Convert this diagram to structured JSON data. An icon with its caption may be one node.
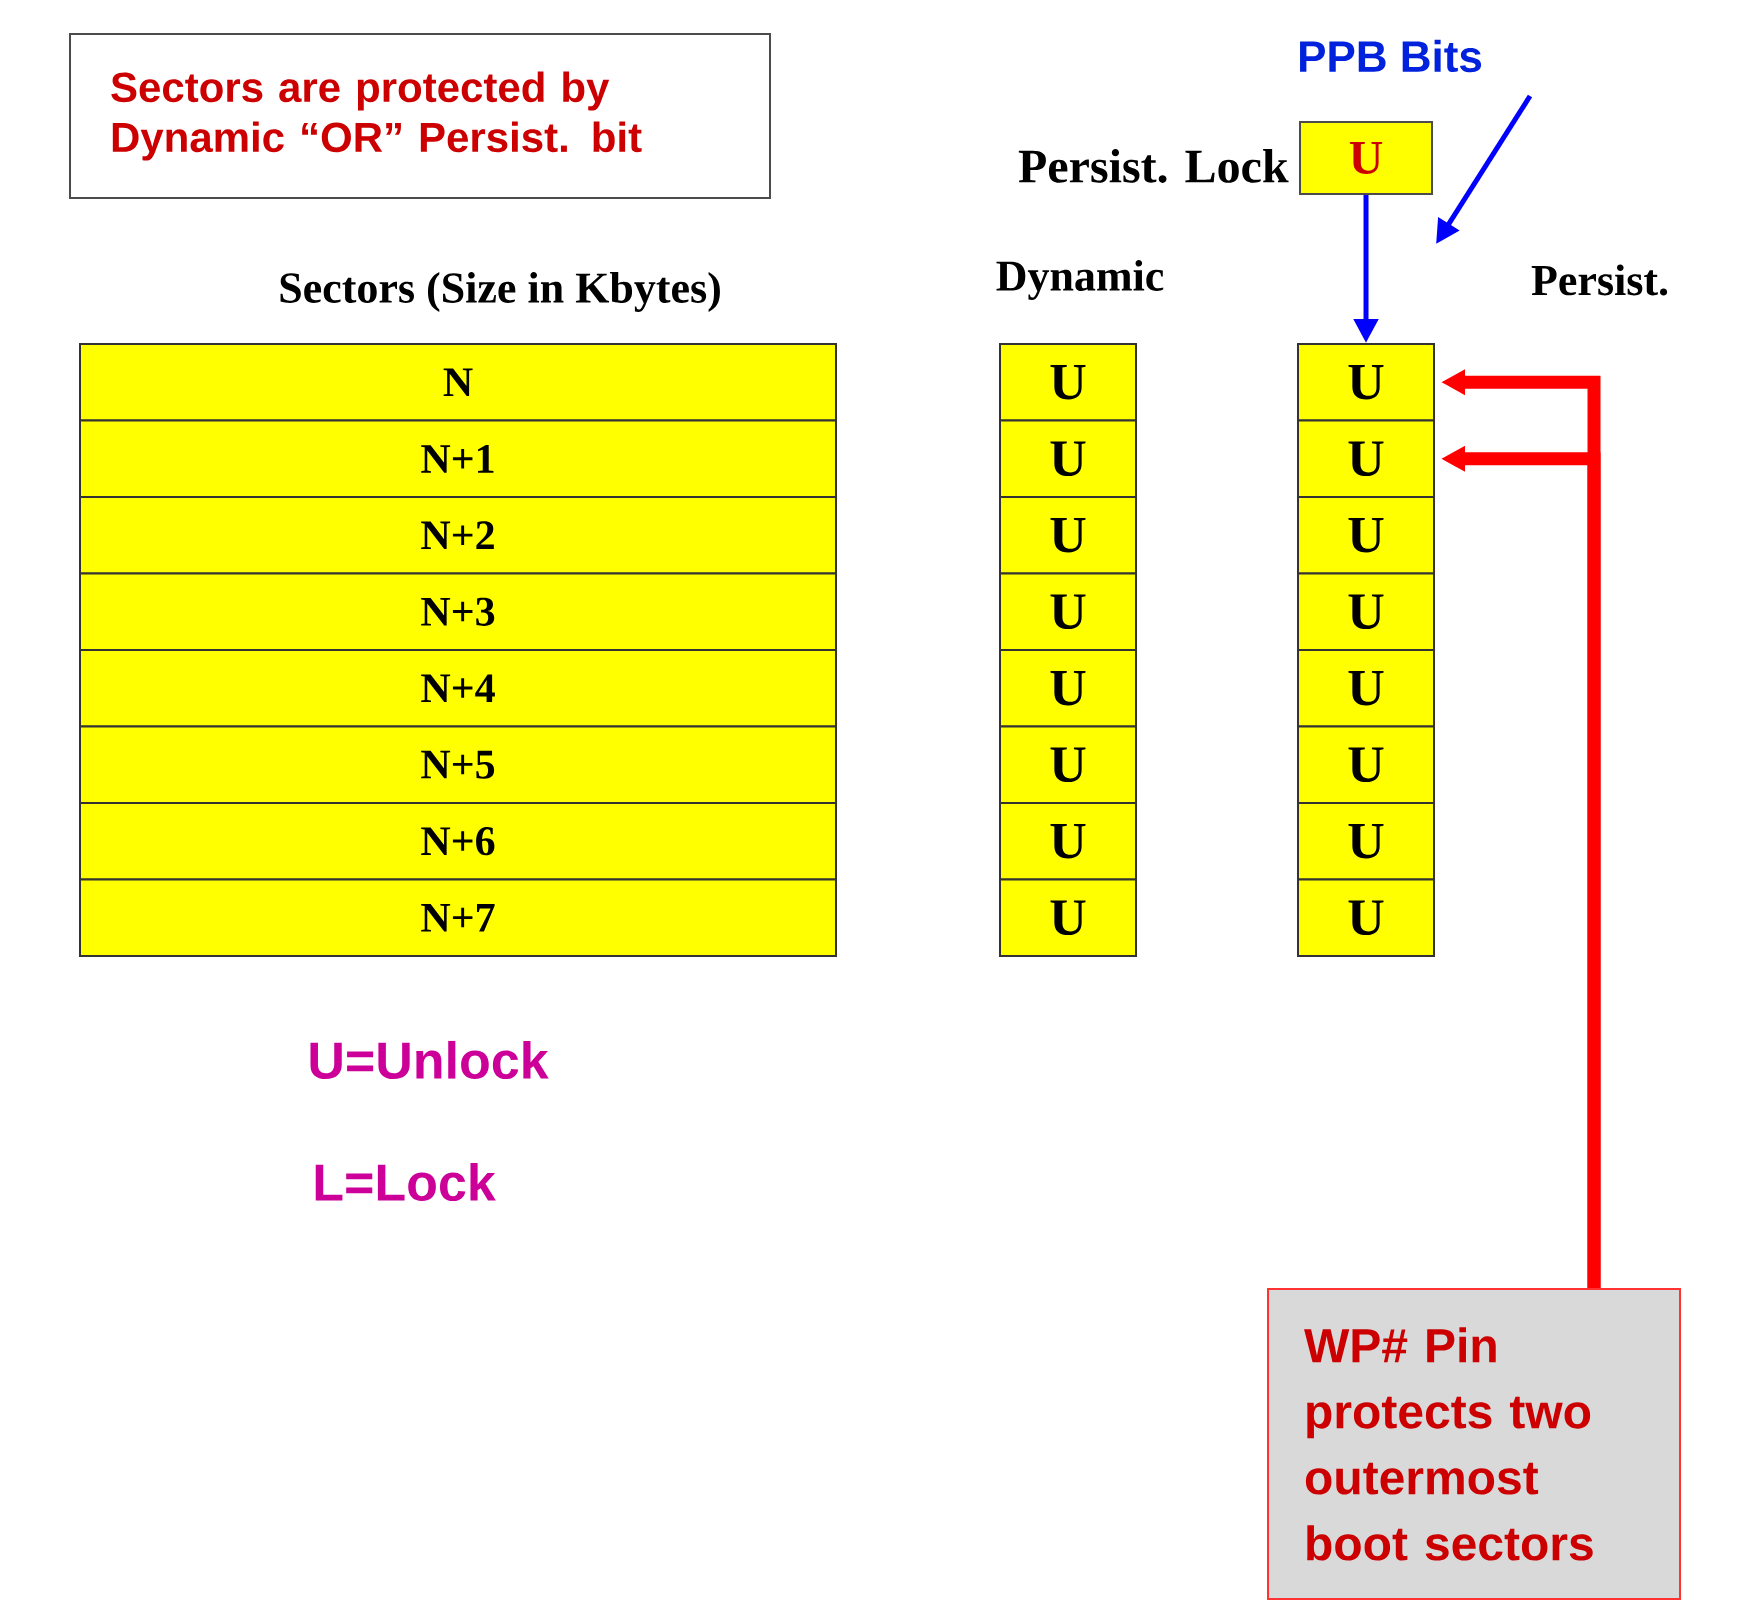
{
  "diagram": {
    "nodes": [
      {
        "text": [
          "Sectors are protected by Dynamic “OR” Persist. bit"
        ]
      },
      {
        "text": [
          "U"
        ],
        "beside": [
          "Persist. Lock"
        ]
      },
      {
        "text": [
          "N"
        ]
      },
      {
        "text": [
          "N+1"
        ]
      },
      {
        "text": [
          "N+2"
        ]
      },
      {
        "text": [
          "N+3"
        ]
      },
      {
        "text": [
          "N+4"
        ]
      },
      {
        "text": [
          "N+5"
        ]
      },
      {
        "text": [
          "N+6"
        ]
      },
      {
        "text": [
          "N+7"
        ]
      },
      {
        "text": [
          "U"
        ]
      },
      {
        "text": [
          "U"
        ]
      },
      {
        "text": [
          "U"
        ]
      },
      {
        "text": [
          "U"
        ]
      },
      {
        "text": [
          "U"
        ]
      },
      {
        "text": [
          "U"
        ]
      },
      {
        "text": [
          "U"
        ]
      },
      {
        "text": [
          "U"
        ]
      },
      {
        "text": [
          "U"
        ]
      },
      {
        "text": [
          "U"
        ]
      },
      {
        "text": [
          "U"
        ]
      },
      {
        "text": [
          "U"
        ]
      },
      {
        "text": [
          "U"
        ]
      },
      {
        "text": [
          "U"
        ]
      },
      {
        "text": [
          "U"
        ]
      },
      {
        "text": [
          "U"
        ]
      },
      {
        "text": [
          "WP# Pin protects two outermost boot sectors"
        ]
      },
      {
        "text": [
          "PPB Bits"
        ]
      }
    ],
    "edges": [
      {
        "from": 1,
        "to": 18,
        "arrow": "to",
        "color": "#0000ff"
      },
      {
        "from": 27,
        "to": null,
        "arrow": "to",
        "color": "#0000ff"
      },
      {
        "from": 26,
        "to": 18,
        "arrow": "to",
        "style": "thick",
        "color": "#ff0000"
      },
      {
        "from": 26,
        "to": 19,
        "arrow": "to",
        "style": "thick",
        "color": "#ff0000"
      }
    ],
    "labels": [
      "Sectors (Size in Kbytes)",
      "Dynamic",
      "Persist.",
      "U=Unlock",
      "L=Lock"
    ]
  }
}
